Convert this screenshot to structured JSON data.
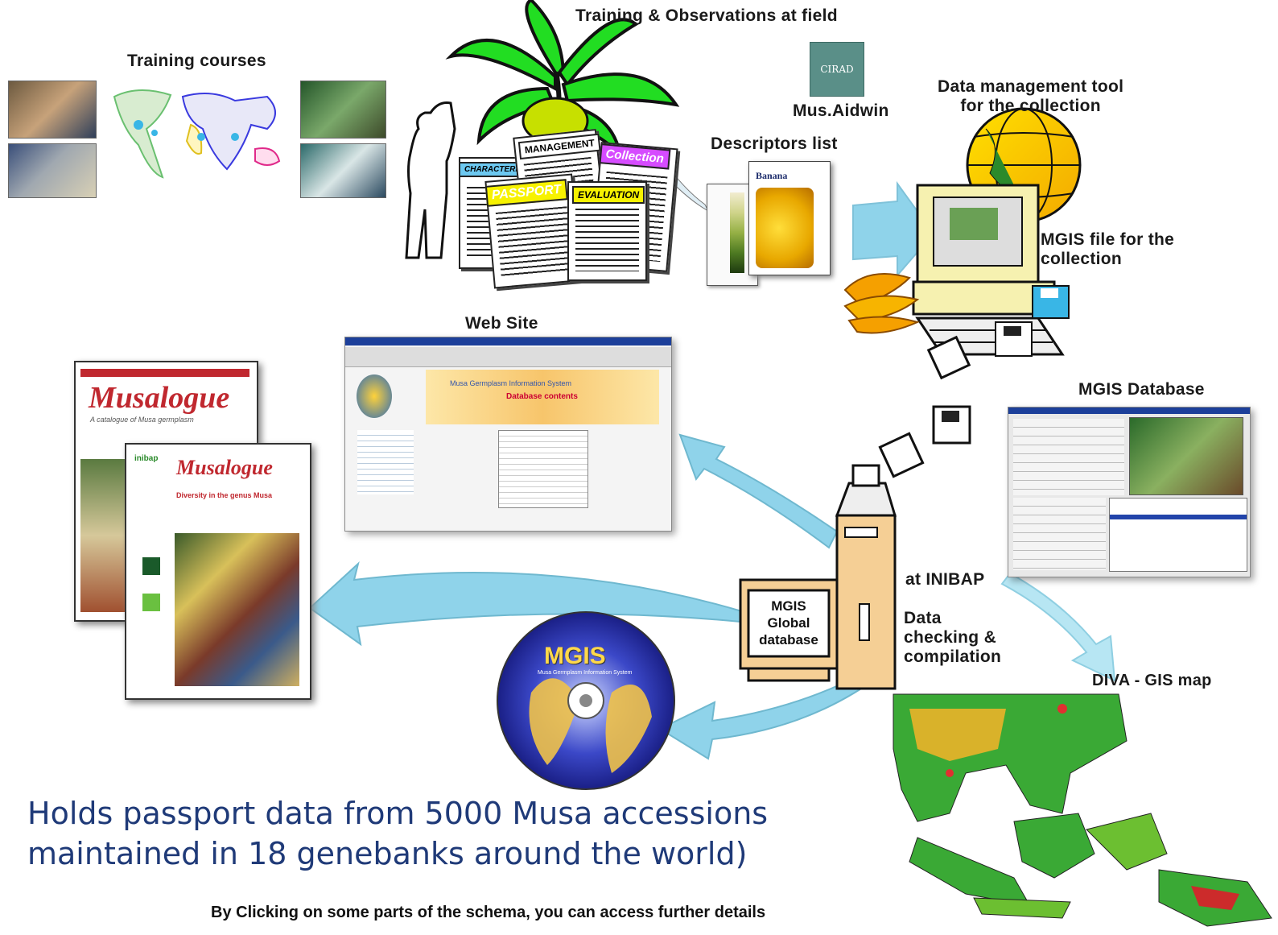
{
  "labels": {
    "training_courses": "Training  courses",
    "training_field": "Training  & Observations  at  field",
    "cirad_logo": "CIRAD",
    "mus_aidwin": "Mus.Aidwin",
    "descriptors_list": "Descriptors  list",
    "data_mgmt_tool": "Data  management  tool\nfor  the  collection",
    "mgis_file": "MGIS  file  for  the\ncollection",
    "web_site": "Web  Site",
    "mgis_database": "MGIS  Database",
    "at_inibap": "at  INIBAP",
    "data_checking": "Data\nchecking  &\ncompilation",
    "diva_gis": "DIVA - GIS map",
    "mgis_global_db": "MGIS\nGlobal\ndatabase"
  },
  "documents": {
    "characterization": "CHARACTERIZATION",
    "management": "MANAGEMENT",
    "collection": "Collection",
    "passport": "PASSPORT",
    "evaluation": "EVALUATION",
    "banana": "Banana"
  },
  "musalogue": {
    "title_back": "Musalogue",
    "subtitle_back": "A catalogue of Musa germplasm",
    "title_front": "Musalogue",
    "subtitle_front": "Diversity in the genus Musa",
    "inibap": "inibap"
  },
  "website": {
    "site_title": "Musa Germplasm Information System",
    "site_subtitle": "Database contents"
  },
  "cd": {
    "title": "MGIS",
    "subtitle": "Musa Germplasm Information System"
  },
  "description": "Holds passport data from 5000 Musa accessions\nmaintained in 18 genebanks around the world)",
  "footer": "By Clicking on some parts of the schema, you can access further details",
  "colors": {
    "arrow": "#8fd3ea",
    "text_blue": "#1f3a78",
    "leaf_green": "#22dd22",
    "passport_yellow": "#f7f200",
    "collection_magenta": "#d64bff",
    "musalogue_red": "#c0282f",
    "ocean_blue": "#1c3f9a"
  }
}
